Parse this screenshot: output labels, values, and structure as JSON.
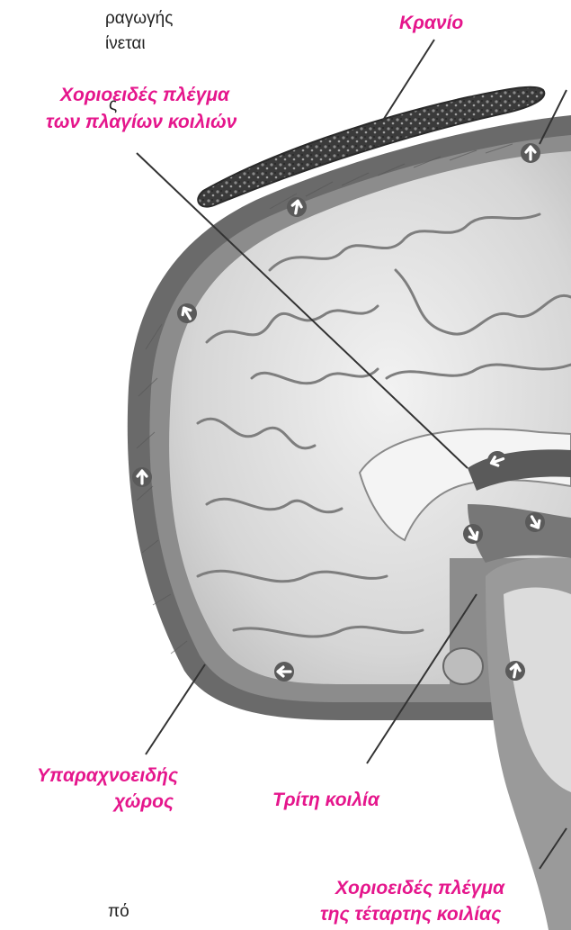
{
  "colors": {
    "label": "#e5168c",
    "leader_line": "#333333",
    "skull": "#4d4d4d",
    "meninges": "#6b6b6b",
    "brain_gray": "#bfbfbf",
    "brain_light": "#e8e8e8"
  },
  "cropped_text": {
    "line1": "ραγωγής",
    "line2": "ίνεται",
    "line3": "ς",
    "bottom": "πό"
  },
  "labels": {
    "skull": "Κρανίο",
    "choroid_lateral_1": "Χοριοειδές πλέγμα",
    "choroid_lateral_2": "των πλαγίων κοιλιών",
    "subarachnoid_1": "Υπαραχνοειδής",
    "subarachnoid_2": "χώρος",
    "third_ventricle": "Τρίτη κοιλία",
    "choroid_fourth_1": "Χοριοειδές πλέγμα",
    "choroid_fourth_2": "της τέταρτης κοιλίας"
  },
  "icons": {
    "flow_arrow": "arrow-icon"
  }
}
